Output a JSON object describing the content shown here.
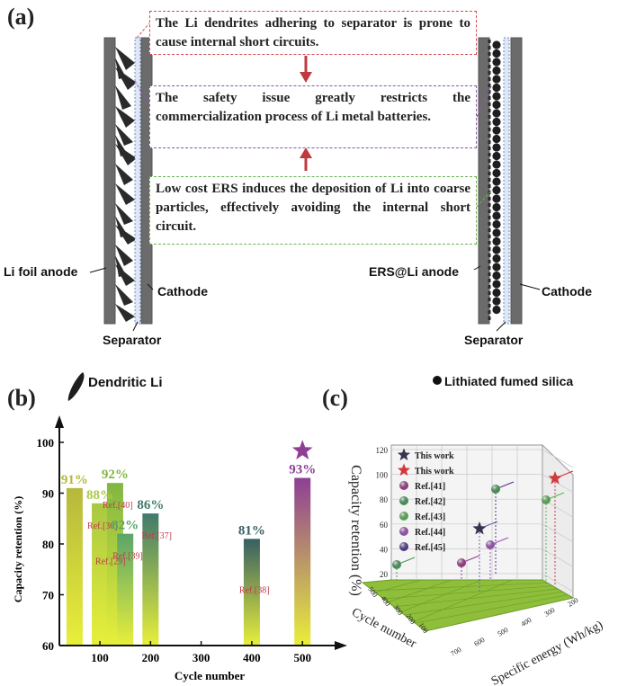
{
  "panel_a": {
    "letter": "(a)",
    "box_red": "The Li dendrites adhering to separator is prone to cause internal short circuits.",
    "box_purple": "The safety issue greatly restricts the commercialization process of Li metal batteries.",
    "box_green": "Low cost ERS induces the deposition of Li into coarse particles, effectively avoiding the internal short circuit.",
    "left_anode": "Li foil anode",
    "left_cathode": "Cathode",
    "left_separator": "Separator",
    "right_anode": "ERS@Li anode",
    "right_cathode": "Cathode",
    "right_separator": "Separator",
    "colors": {
      "red": "#d8474d",
      "purple": "#8a56a8",
      "green": "#66b34d",
      "arrow": "#c0393f"
    }
  },
  "panel_b": {
    "letter": "(b)",
    "legend_dendritic": "Dendritic Li",
    "legend_silica": "Lithiated fumed silica"
  },
  "panel_c": {
    "letter": "(c)"
  },
  "chart_data": [
    {
      "type": "bar",
      "xlabel": "Cycle number",
      "ylabel": "Capacity retention (%)",
      "ylim": [
        60,
        100
      ],
      "xlim": [
        20,
        560
      ],
      "xticks": [
        "100",
        "200",
        "300",
        "400",
        "500"
      ],
      "yticks": [
        "60",
        "70",
        "80",
        "90",
        "100"
      ],
      "bars": [
        {
          "x": 50,
          "value": 91,
          "label": "91%",
          "ref": "",
          "color": "#b6b83c"
        },
        {
          "x": 100,
          "value": 88,
          "label": "88%",
          "ref": "Ref.[36]",
          "color": "#a8c843"
        },
        {
          "x": 130,
          "value": 92,
          "label": "92%",
          "ref": "Ref.[40]",
          "color": "#80b642"
        },
        {
          "x": 150,
          "value": 82,
          "label": "82%",
          "ref": "Ref.[39]",
          "color": "#5aa56a"
        },
        {
          "x": 200,
          "value": 86,
          "label": "86%",
          "ref": "Ref.[37]",
          "color": "#3f7a6b"
        },
        {
          "x": 400,
          "value": 81,
          "label": "81%",
          "ref": "Ref.[38]",
          "color": "#365f63"
        },
        {
          "x": 500,
          "value": 93,
          "label": "93%",
          "ref": "",
          "color": "#8e3f95"
        }
      ],
      "extra_refs": [
        {
          "text": "Ref.[29]",
          "x": 130,
          "y": 76
        }
      ],
      "star": {
        "x": 500,
        "y": 98,
        "color": "#8e3f95"
      }
    },
    {
      "type": "scatter",
      "xlabel": "Cycle number",
      "ylabel": "Capacity retention (%)",
      "zlabel": "Specific energy (Wh/kg)",
      "yticks": [
        "20",
        "40",
        "60",
        "80",
        "100",
        "120"
      ],
      "cycle_ticks": [
        "100",
        "200",
        "300",
        "400",
        "500"
      ],
      "energy_ticks": [
        "200",
        "300",
        "400",
        "500",
        "600",
        "700"
      ],
      "legend": [
        {
          "name": "This work",
          "marker": "star",
          "color": "#3a3150"
        },
        {
          "name": "This work",
          "marker": "star",
          "color": "#d2393f"
        },
        {
          "name": "Ref.[41]",
          "marker": "sphere",
          "color": "#9b3d8a"
        },
        {
          "name": "Ref.[42]",
          "marker": "sphere",
          "color": "#4a9a5c"
        },
        {
          "name": "Ref.[43]",
          "marker": "sphere",
          "color": "#5cb35a"
        },
        {
          "name": "Ref.[44]",
          "marker": "sphere",
          "color": "#9d55b5"
        },
        {
          "name": "Ref.[45]",
          "marker": "sphere",
          "color": "#4f3a8c"
        }
      ]
    }
  ]
}
